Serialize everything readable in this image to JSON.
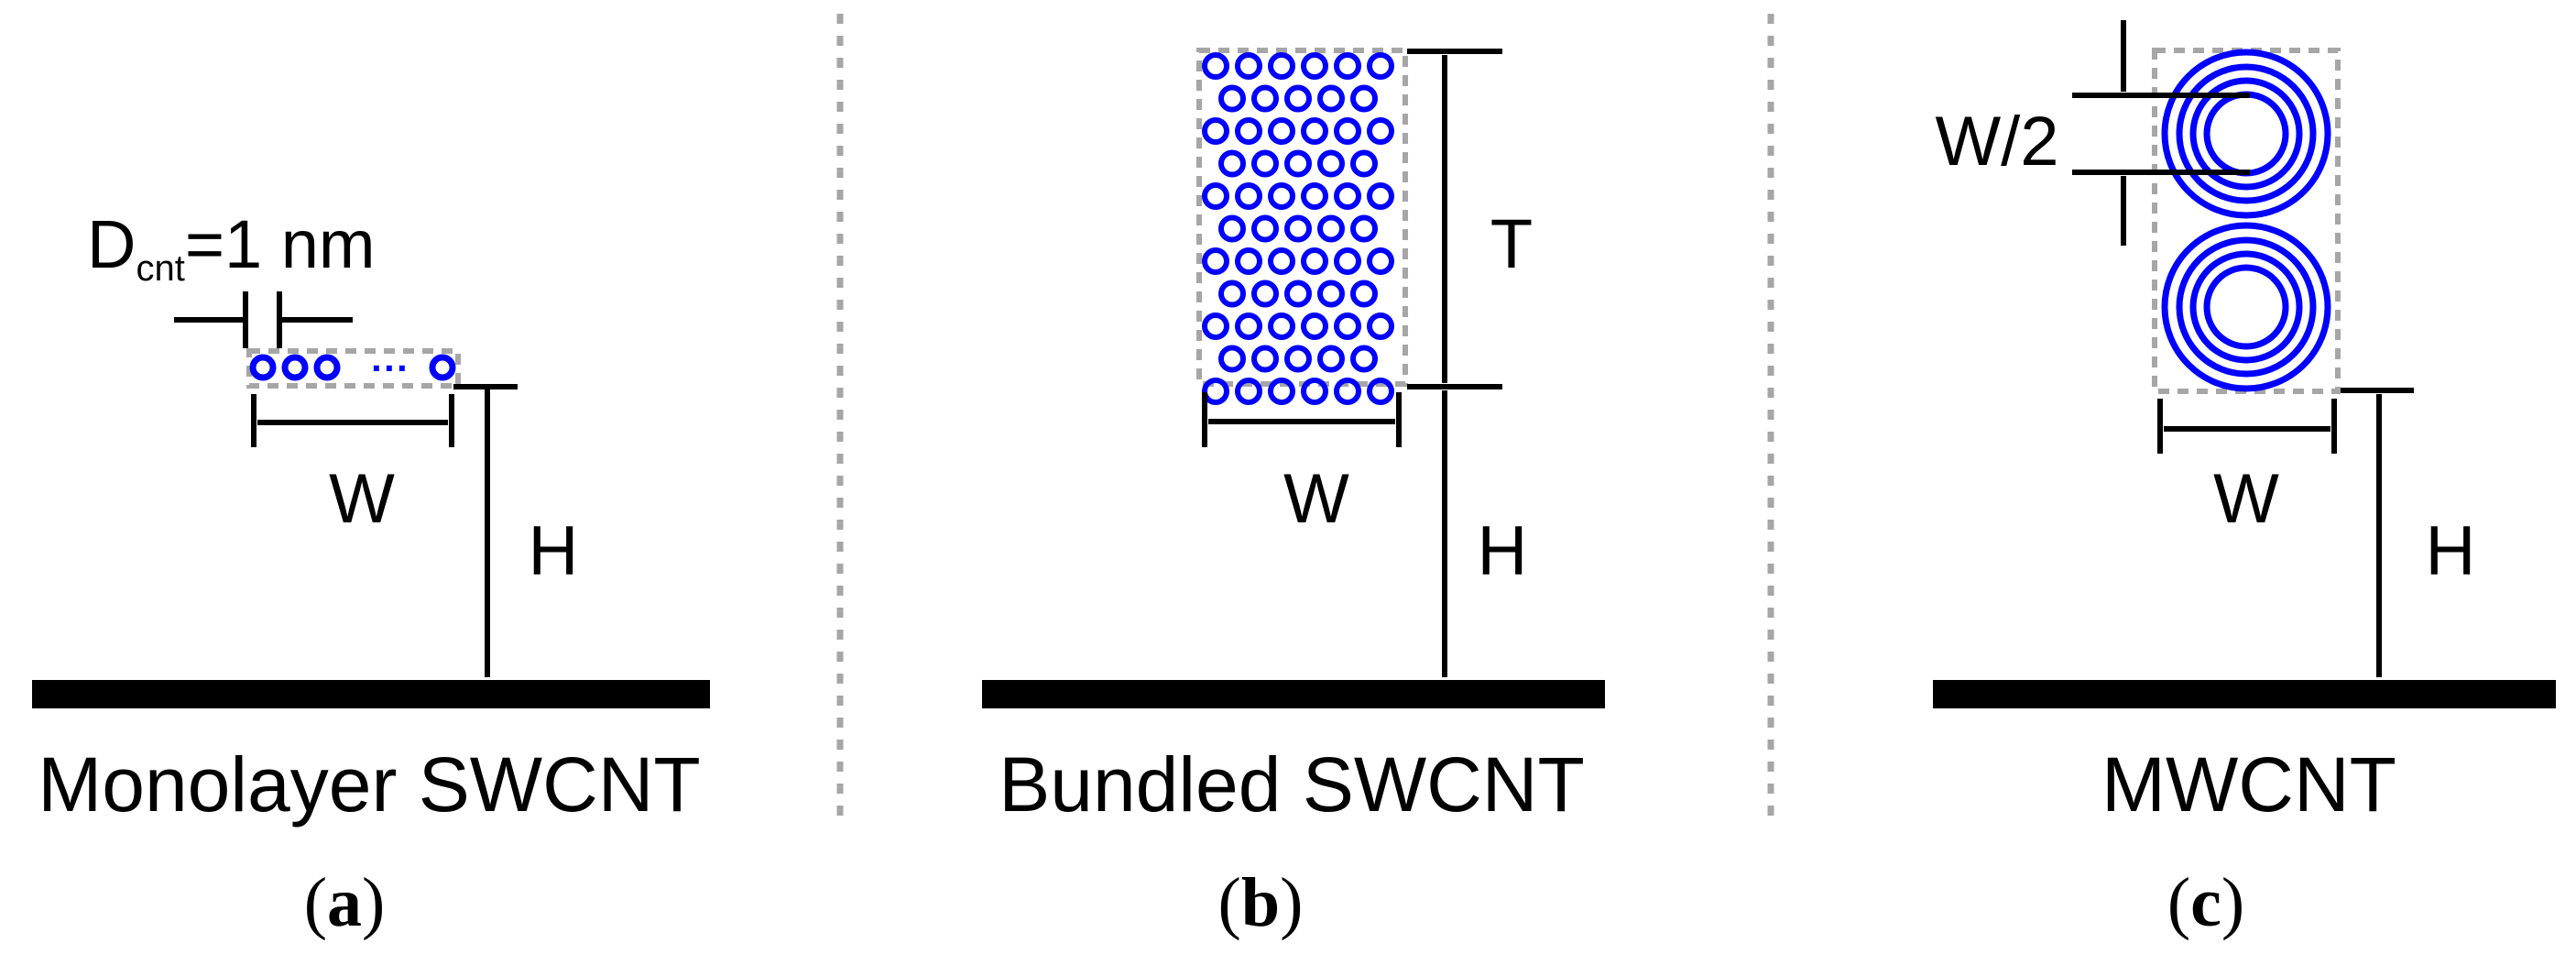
{
  "colors": {
    "tube": "#0000ff",
    "ink": "#000000",
    "guide": "#a6a6a6"
  },
  "panels": [
    {
      "id": "a",
      "title": "Monolayer SWCNT",
      "caption_open": "(",
      "caption_letter": "a",
      "caption_close": ")",
      "dim_width": "W",
      "dim_height": "H",
      "diameter_main": "D",
      "diameter_sub": "cnt",
      "diameter_value": "=1 nm",
      "ellipsis": "···"
    },
    {
      "id": "b",
      "title": "Bundled SWCNT",
      "caption_open": "(",
      "caption_letter": "b",
      "caption_close": ")",
      "dim_width": "W",
      "dim_height": "H",
      "dim_thickness": "T"
    },
    {
      "id": "c",
      "title": "MWCNT",
      "caption_open": "(",
      "caption_letter": "c",
      "caption_close": ")",
      "dim_width": "W",
      "dim_height": "H",
      "dim_half_width": "W/2"
    }
  ]
}
